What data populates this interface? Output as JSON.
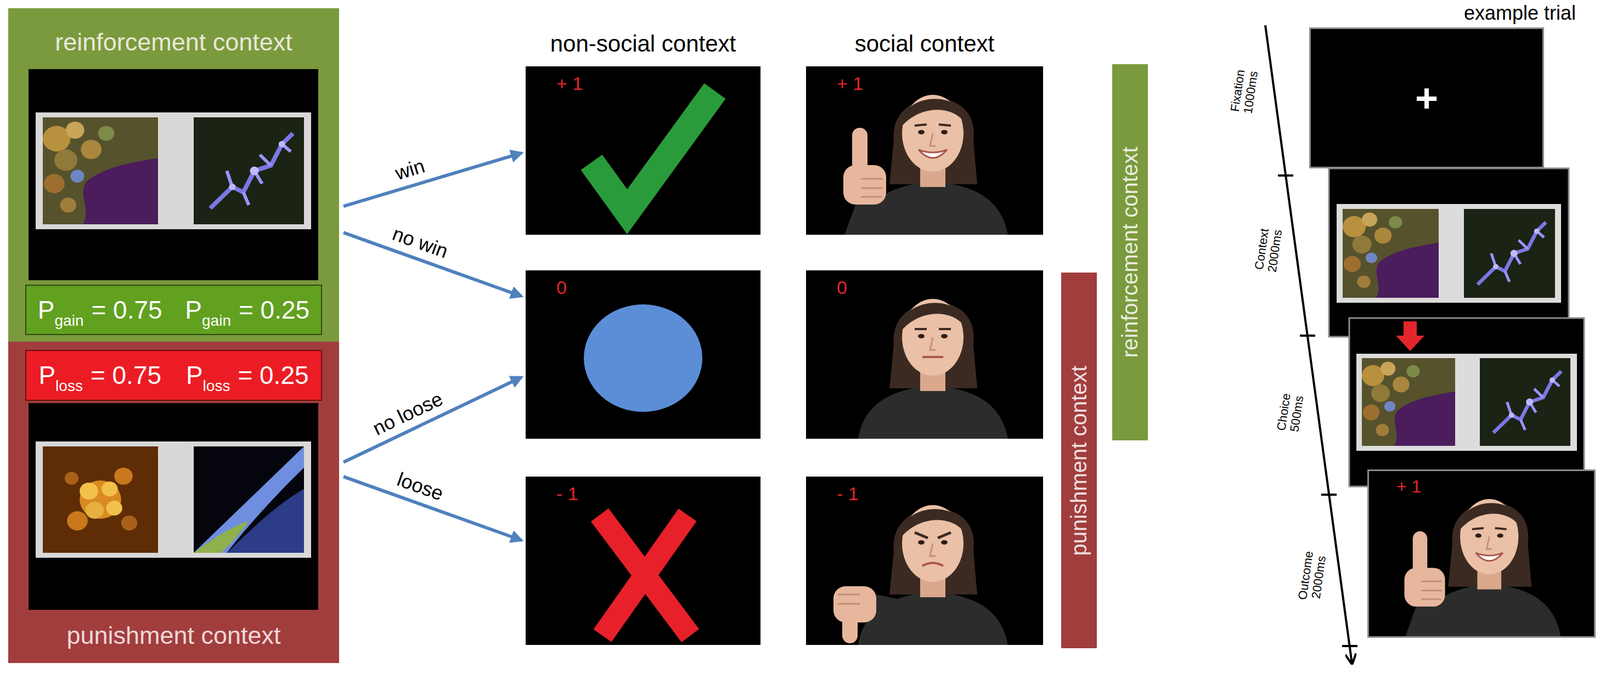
{
  "diagram": {
    "nodes": [
      {
        "text": [
          "reinforcement context"
        ]
      },
      {
        "text": [
          "P",
          "gain",
          "= 0.75",
          "P",
          "gain",
          "= 0.25"
        ],
        "in": 0
      },
      {
        "text": [
          "punishment context"
        ]
      },
      {
        "text": [
          "P",
          "loss",
          "= 0.75",
          "P",
          "loss",
          "= 0.25"
        ],
        "in": 2
      },
      {
        "text": [
          "+ 1"
        ]
      },
      {
        "text": [
          "+ 1"
        ]
      },
      {
        "text": [
          "0"
        ]
      },
      {
        "text": [
          "0"
        ]
      },
      {
        "text": [
          "- 1"
        ]
      },
      {
        "text": [
          "- 1"
        ]
      },
      {
        "text": [
          "reinforcement context"
        ]
      },
      {
        "text": [
          "punishment context"
        ]
      },
      {
        "text": [
          "+"
        ]
      },
      {
        "text": [
          "+ 1"
        ]
      }
    ],
    "edges": [
      {
        "from": 0,
        "to": 4,
        "label": "win",
        "arrow": "to"
      },
      {
        "from": 0,
        "to": 6,
        "label": "no win",
        "arrow": "to"
      },
      {
        "from": 2,
        "to": 6,
        "label": "no loose",
        "arrow": "to"
      },
      {
        "from": 2,
        "to": 8,
        "label": "loose",
        "arrow": "to"
      }
    ],
    "labels": [
      "non-social context",
      "social context",
      "example trial",
      "Fixation 1000ms",
      "Context 2000ms",
      "Choice 500ms",
      "Outcome 2000ms"
    ]
  }
}
